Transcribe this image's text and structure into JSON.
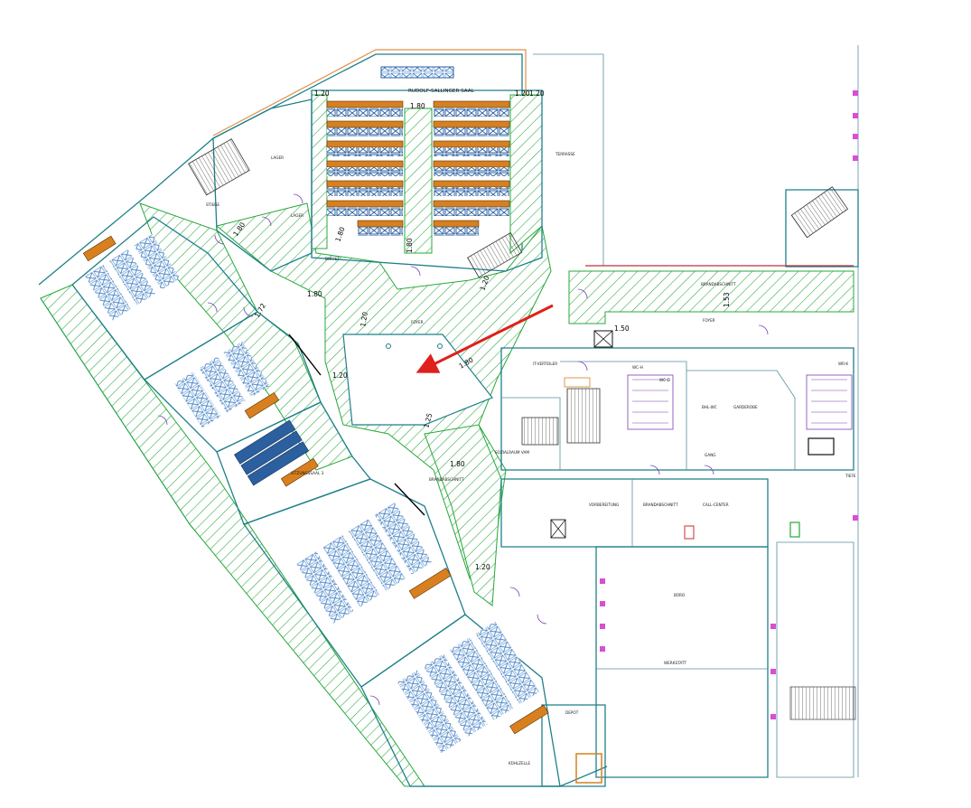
{
  "colors": {
    "walls": "#1f7f8a",
    "hatch": "#27a83a",
    "chair_blue": "#2b5f9e",
    "table_orange": "#d8801f",
    "arrow": "#e0201c",
    "door": "#7a3fb5",
    "pink_marker": "#d64fd6",
    "outer_edge": "#e0914a"
  },
  "rooms": {
    "rudolf_sallinger": "RUDOLF-SALLINGER SAAL",
    "lager_top": "LAGER",
    "terrasse": "TERRASSE",
    "stiege": "STIEGE",
    "lager_small": "LAGER",
    "buffet": "BUFFET",
    "foyer": "FOYER",
    "foyer_east": "FOYER",
    "brandabschnitt_east": "BRANDABSCHNITT",
    "it_verteiler": "IT-VERTEILER",
    "wc_h": "WC-H",
    "wc_d": "WC-D",
    "bhl_wc": "BHL-WC",
    "garderobe": "GARDEROBE",
    "sozialraum": "SOZIALRAUM VAM",
    "gang": "GANG",
    "sitzungssaal_3": "SITZUNGSSAAL 3",
    "brandabschnitt_mid": "BRANDABSCHNITT",
    "vorbereitung": "VORBEREITUNG",
    "brandabschnitt_south": "BRANDABSCHNITT",
    "call_center": "CALL-CENTER",
    "buero": "BÜRO",
    "werkstatt": "WERKSTATT",
    "depot": "DEPOT",
    "kuehlzelle": "KÜHLZELLE",
    "wr_k": "WR-K",
    "tiefe": "TIEFE"
  },
  "dimensions": {
    "d_120_a": "1.20",
    "d_120_b": "1.20",
    "d_120_c": "1.20",
    "d_180_top": "1.80",
    "d_180_a": "1.80",
    "d_180_b": "1.80",
    "d_180_c": "1.80",
    "d_180_d": "1.80",
    "d_180_e": "1.80",
    "d_172": "1.72",
    "d_120_d": "1.20",
    "d_120_e": "1.20",
    "d_120_f": "1.20",
    "d_150": "1.50",
    "d_153": "1.53",
    "d_125": "1.25",
    "d_120_g": "1.20"
  }
}
